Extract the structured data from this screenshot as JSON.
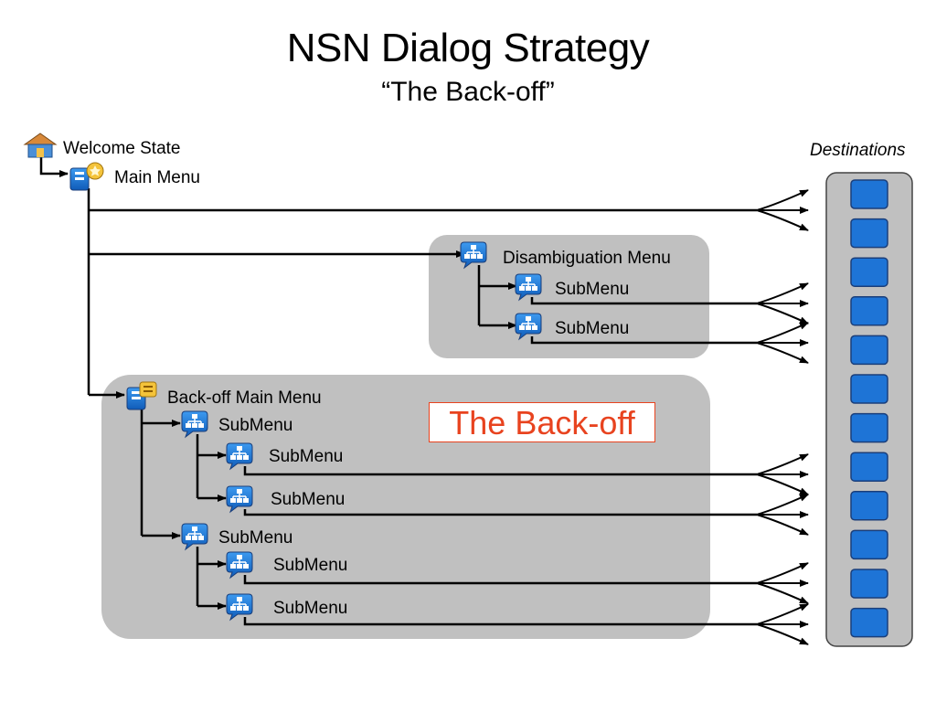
{
  "title": "NSN Dialog Strategy",
  "subtitle": "“The Back-off”",
  "destinations_label": "Destinations",
  "callout": "The Back-off",
  "colors": {
    "panel": "#c0c0c0",
    "destination_fill": "#1e74d6",
    "destination_stroke": "#1a3e7a",
    "callout": "#e8431f",
    "line": "#000000"
  },
  "icons": {
    "welcome": "house-icon",
    "main_menu": "menu-star-icon",
    "backoff_main": "menu-list-icon",
    "submenu": "submenu-tree-icon"
  },
  "nodes": {
    "welcome": "Welcome State",
    "main_menu": "Main Menu",
    "disambiguation_menu": "Disambiguation Menu",
    "disambiguation_sub_1": "SubMenu",
    "disambiguation_sub_2": "SubMenu",
    "backoff_main_menu": "Back-off Main Menu",
    "backoff_sub_a": "SubMenu",
    "backoff_sub_a1": "SubMenu",
    "backoff_sub_a2": "SubMenu",
    "backoff_sub_b": "SubMenu",
    "backoff_sub_b1": "SubMenu",
    "backoff_sub_b2": "SubMenu"
  },
  "destination_count": 12
}
